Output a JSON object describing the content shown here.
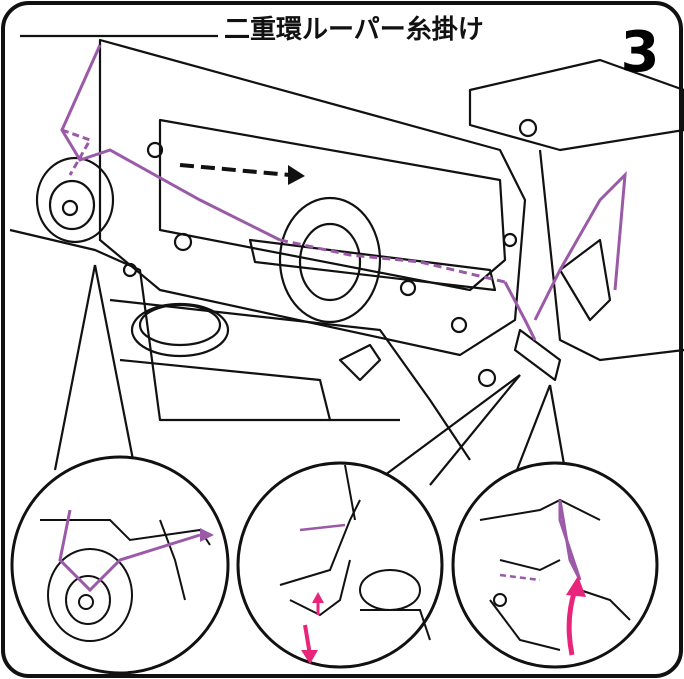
{
  "title": "二重環ルーパー糸掛け",
  "step_number": "3",
  "insets": [
    {
      "name": "tension-guide-detail"
    },
    {
      "name": "looper-threading-detail"
    },
    {
      "name": "looper-hook-detail"
    }
  ],
  "colors": {
    "thread": "#9a5aa8",
    "arrow_pink": "#e8257a",
    "line": "#111111",
    "background": "#ffffff"
  },
  "icons": [
    "thread-path-icon",
    "direction-arrow-icon",
    "finger-icon"
  ]
}
